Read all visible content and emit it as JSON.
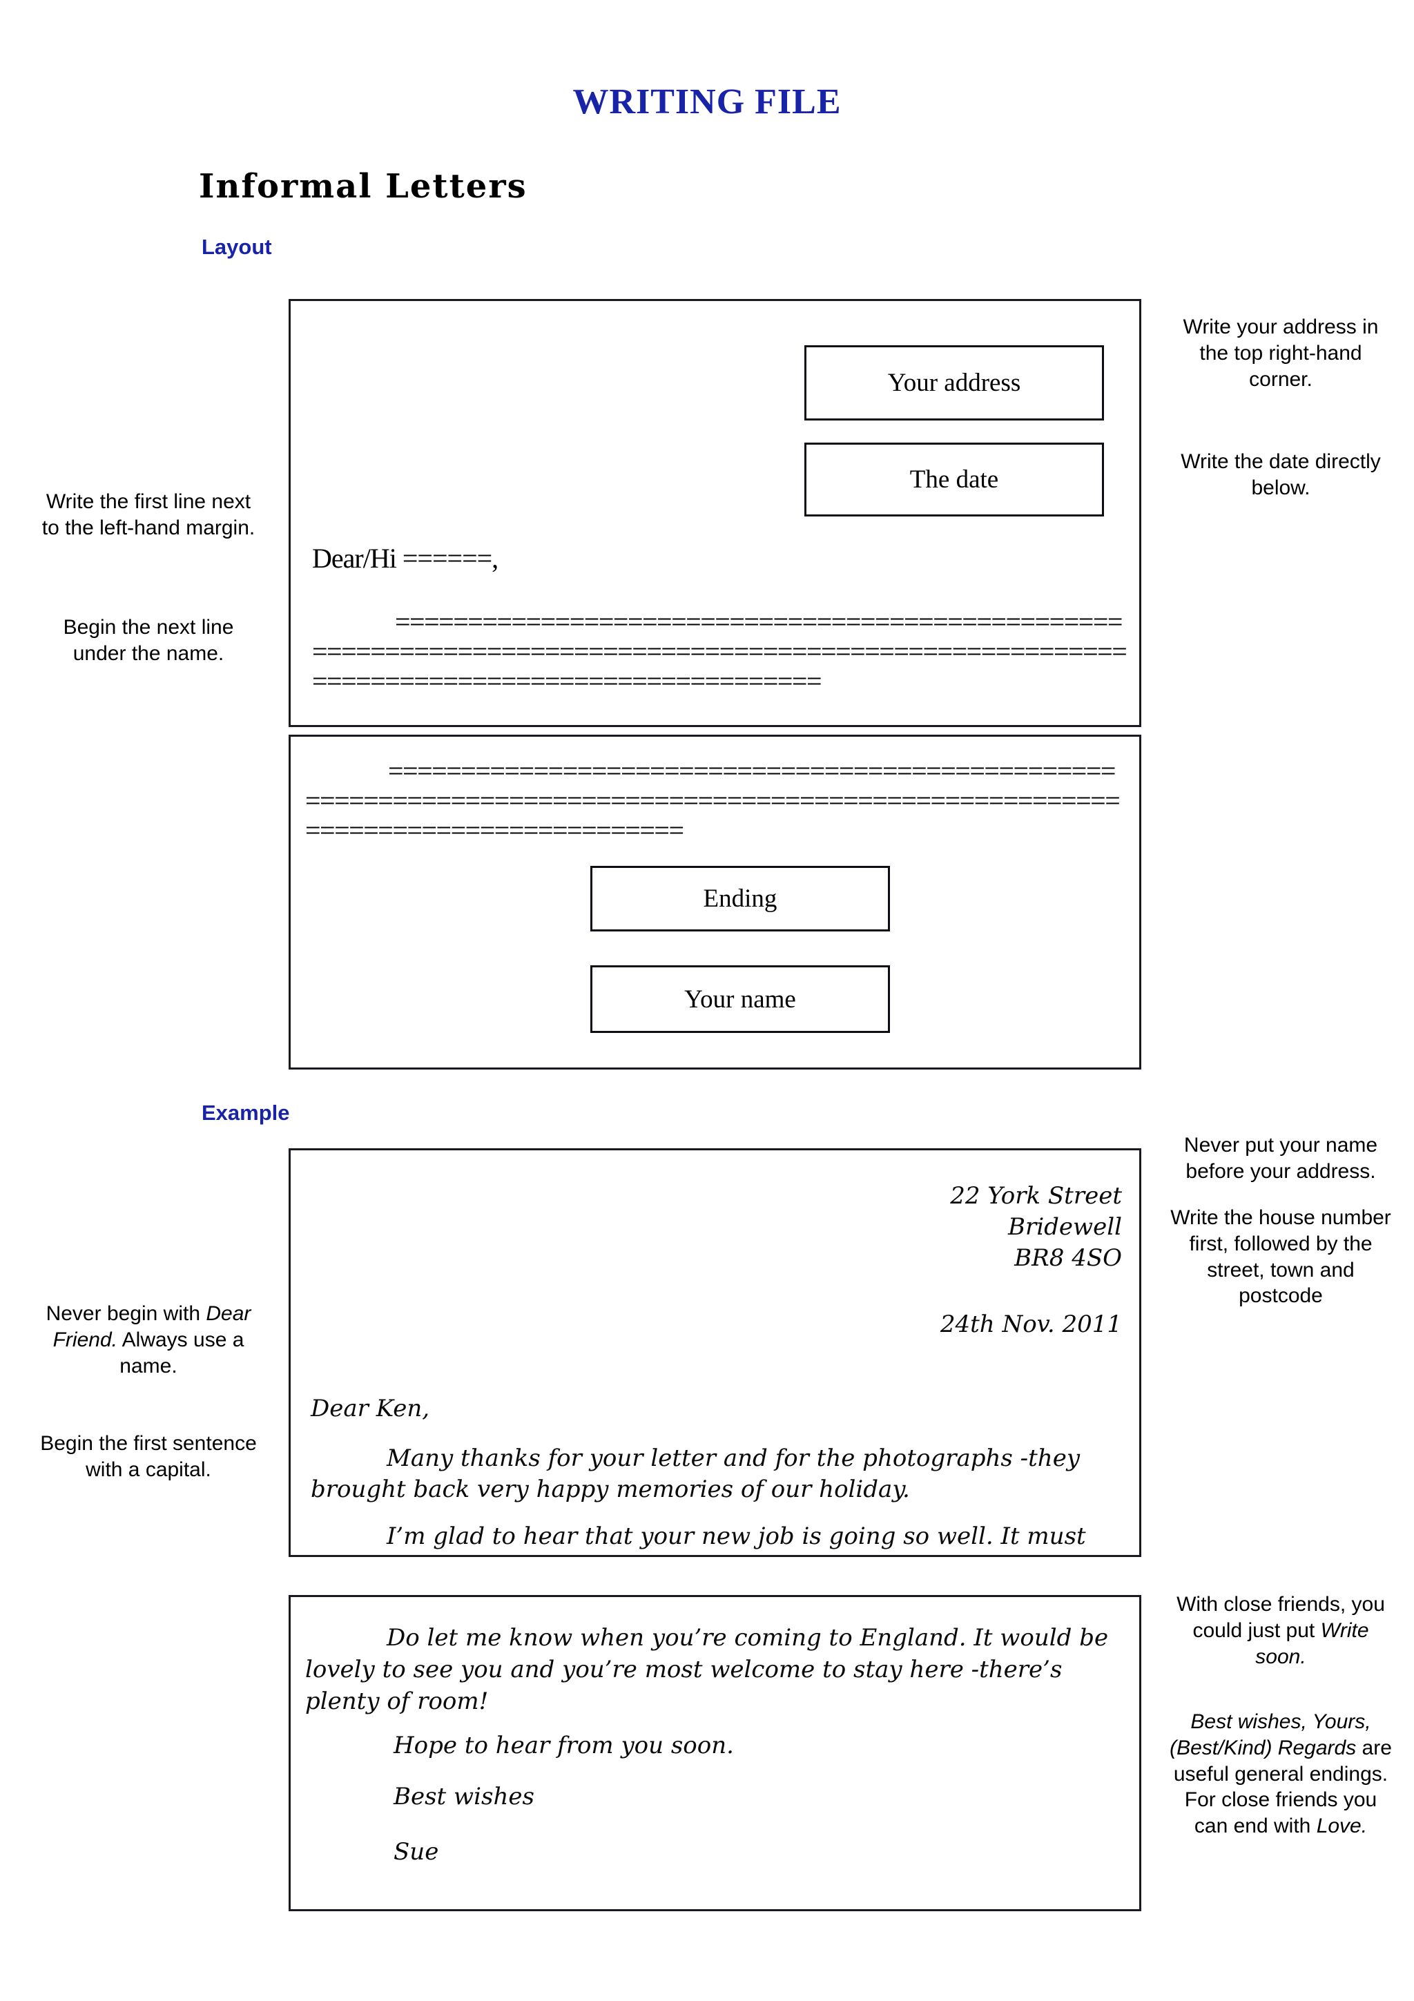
{
  "document": {
    "title": "WRITING FILE",
    "section_title": "Informal Letters",
    "title_color": "#1823a8",
    "heading_color": "#1823a8"
  },
  "headings": {
    "layout": "Layout",
    "example": "Example"
  },
  "layout_diagram": {
    "box_your_address": "Your address",
    "box_the_date": "The date",
    "box_ending": "Ending",
    "box_your_name": "Your name",
    "salutation": "Dear/Hi ======,",
    "body_paragraph_1": "=============================================================================================================================================",
    "body_paragraph_2": "===================================================================================================================================="
  },
  "layout_notes": {
    "left": [
      "Write the first line next to the left-hand margin.",
      "Begin the next line under the name."
    ],
    "right": [
      "Write your address in the top right-hand corner.",
      "Write the date directly below."
    ]
  },
  "example_letter": {
    "address_line_1": "22 York Street",
    "address_line_2": "Bridewell",
    "address_line_3": "BR8 4SO",
    "date": "24th Nov. 2011",
    "greeting": "Dear Ken,",
    "paragraph_1": "Many thanks for your letter and for the photographs -they brought back very happy memories of our holiday.",
    "paragraph_2": "I’m glad to hear that your new job is going so well. It must",
    "paragraph_3": "Do let me know when you’re coming to England. It would be lovely to see you and you’re most welcome to stay here -there’s plenty of room!",
    "closing_line_1": "Hope to hear from you soon.",
    "closing_line_2": "Best wishes",
    "signature": "Sue"
  },
  "example_notes": {
    "left": [
      {
        "prefix": "Never begin with ",
        "italic": "Dear Friend.",
        "suffix": " Always use a name."
      },
      {
        "prefix": "Begin the first sentence with a capital.",
        "italic": "",
        "suffix": ""
      }
    ],
    "right": [
      {
        "prefix": "Never put your name before your address.",
        "italic": "",
        "suffix": ""
      },
      {
        "prefix": "Write the house number first, followed by the street, town and postcode",
        "italic": "",
        "suffix": ""
      },
      {
        "prefix": "With close friends, you could just put ",
        "italic": "Write soon.",
        "suffix": ""
      },
      {
        "prefix": "",
        "italic": "Best wishes, Yours, (Best/Kind) Regards",
        "suffix": " are useful general endings. For close friends you can end with "
      }
    ],
    "right_last_italic": "Love."
  }
}
